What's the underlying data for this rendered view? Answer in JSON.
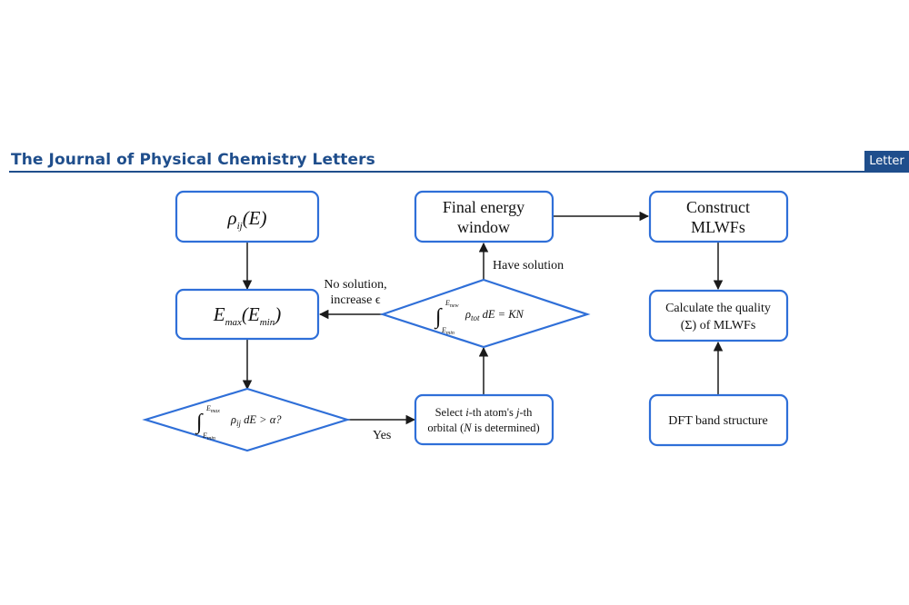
{
  "header": {
    "journal_title": "The Journal of Physical Chemistry Letters",
    "tag": "Letter"
  },
  "nodes": {
    "rho": {
      "label": "ρ",
      "sub": "ij",
      "tail": "(E)"
    },
    "emax": {
      "label": "E",
      "sub1": "max",
      "mid": "(E",
      "sub2": "min",
      "tail": ")"
    },
    "cond1": {
      "upper": "E",
      "upper_sub": "max",
      "lower": "E",
      "lower_sub": "min",
      "integrand": "ρ",
      "integrand_sub": "ij",
      "rest": " dE > α?"
    },
    "select": {
      "line1_a": "Select ",
      "line1_i": "i",
      "line1_b": "-th atom's ",
      "line1_j": "j",
      "line1_c": "-th",
      "line2_a": "orbital (",
      "line2_n": "N",
      "line2_b": " is determined)"
    },
    "cond2": {
      "upper": "E",
      "upper_sub": "new",
      "lower": "E",
      "lower_sub": "min",
      "integrand": "ρ",
      "integrand_sub": "tot",
      "rest": " dE = KN"
    },
    "final": {
      "line1": "Final energy",
      "line2": "window"
    },
    "construct": {
      "line1": "Construct",
      "line2": "MLWFs"
    },
    "quality": {
      "line1": "Calculate the quality",
      "line2": "(Σ) of MLWFs"
    },
    "dft": {
      "label": "DFT band structure"
    }
  },
  "edge_labels": {
    "no_solution_1": "No solution,",
    "no_solution_2": "increase ϵ",
    "have_solution": "Have solution",
    "yes": "Yes"
  }
}
